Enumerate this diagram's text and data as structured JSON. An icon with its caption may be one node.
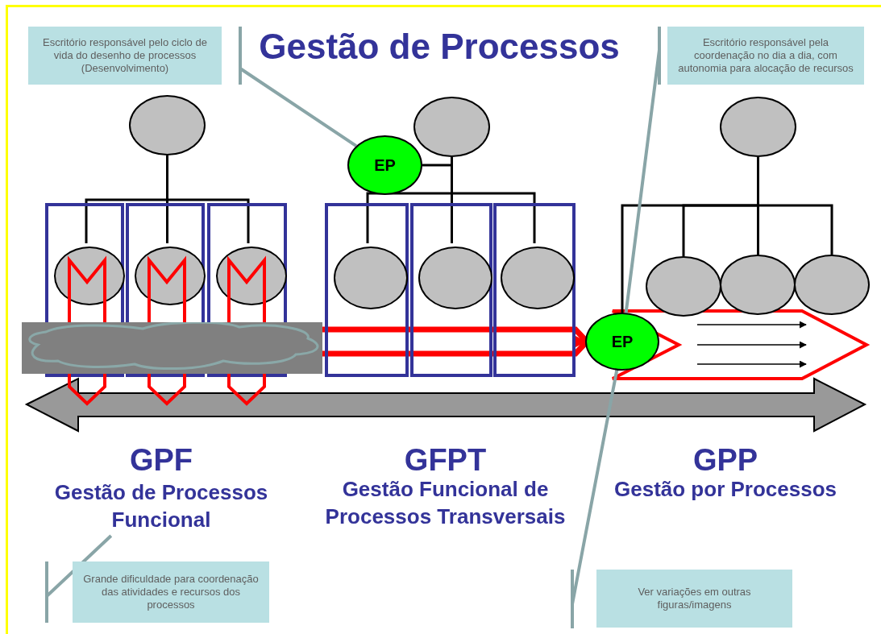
{
  "diagram": {
    "title": "Gestão de Processos",
    "nodes": [
      {
        "text": [
          "Escritório responsável pelo ciclo de vida do desenho de processos (Desenvolvimento)"
        ]
      },
      {
        "text": [
          "Escritório responsável pela coordenação no dia a dia, com autonomia para alocação de recursos"
        ]
      },
      {
        "text": [],
        "shape": "circle"
      },
      {
        "text": [
          "EP"
        ]
      },
      {
        "text": [],
        "shape": "circle"
      },
      {
        "text": [],
        "shape": "circle"
      },
      {
        "text": [],
        "shape": "box"
      },
      {
        "text": [],
        "shape": "box"
      },
      {
        "text": [],
        "shape": "box"
      },
      {
        "text": [],
        "shape": "box"
      },
      {
        "text": [],
        "shape": "box"
      },
      {
        "text": [],
        "shape": "box"
      },
      {
        "text": [],
        "shape": "circle",
        "in": 6
      },
      {
        "text": [],
        "shape": "circle",
        "in": 7
      },
      {
        "text": [],
        "shape": "circle",
        "in": 8
      },
      {
        "text": [],
        "shape": "circle",
        "in": 9
      },
      {
        "text": [],
        "shape": "circle",
        "in": 10
      },
      {
        "text": [],
        "shape": "circle",
        "in": 11
      },
      {
        "text": [],
        "shape": "circle"
      },
      {
        "text": [],
        "shape": "circle"
      },
      {
        "text": [],
        "shape": "circle"
      },
      {
        "text": [],
        "shape": "cloud"
      },
      {
        "text": [
          "EP"
        ]
      },
      {
        "text": [
          "GPF",
          "Gestão de Processos Funcional"
        ]
      },
      {
        "text": [
          "Grande dificuldade para coordenação das atividades e recursos dos processos"
        ]
      },
      {
        "text": [
          "Ver variações em outras figuras/imagens"
        ]
      }
    ],
    "edges": [
      {
        "from": 0,
        "to": 3,
        "arrow": "none",
        "color": "#89a5a7"
      },
      {
        "from": 2,
        "to": 12,
        "arrow": "none"
      },
      {
        "from": 2,
        "to": 13,
        "arrow": "none"
      },
      {
        "from": 2,
        "to": 14,
        "arrow": "none"
      },
      {
        "from": 3,
        "to": 4,
        "arrow": "none"
      },
      {
        "from": 4,
        "to": 15,
        "arrow": "none"
      },
      {
        "from": 4,
        "to": 16,
        "arrow": "none"
      },
      {
        "from": 4,
        "to": 17,
        "arrow": "none"
      },
      {
        "from": 5,
        "to": 22,
        "arrow": "none"
      },
      {
        "from": 5,
        "to": 18,
        "arrow": "none"
      },
      {
        "from": 5,
        "to": 19,
        "arrow": "none"
      },
      {
        "from": 5,
        "to": 20,
        "arrow": "none"
      },
      {
        "from": 21,
        "to": 22,
        "arrow": "to",
        "style": "thick",
        "color": "#ff0000"
      },
      {
        "from": 1,
        "to": 22,
        "arrow": "none",
        "color": "#89a5a7"
      },
      {
        "from": 25,
        "to": 22,
        "arrow": "none",
        "color": "#89a5a7"
      },
      {
        "from": 24,
        "to": 23,
        "arrow": "none",
        "color": "#89a5a7"
      }
    ],
    "labels": [
      "GFPT",
      "Gestão Funcional de Processos Transversais",
      "GPP",
      "Gestão por Processos"
    ]
  }
}
